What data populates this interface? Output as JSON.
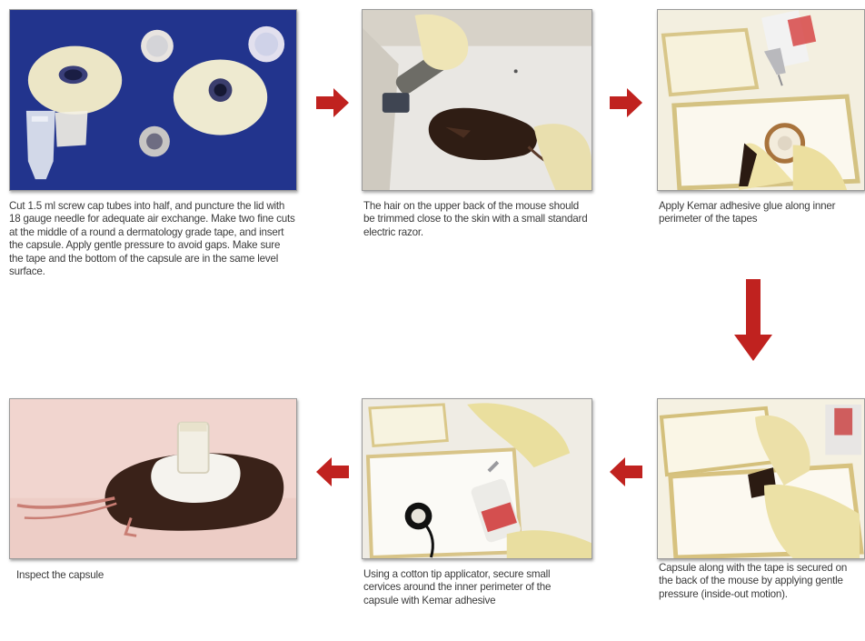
{
  "steps": [
    {
      "id": "step-1",
      "caption": "Cut 1.5 ml screw cap tubes into half, and puncture the lid with 18 gauge needle for adequate air exchange. Make two fine cuts at the middle of a round a dermatology grade tape, and insert the capsule.  Apply gentle pressure to avoid gaps. Make sure the tape and the bottom of the capsule are in the same level surface."
    },
    {
      "id": "step-2",
      "caption": "The hair on the upper back of the mouse should be trimmed close to the skin with a small standard electric razor."
    },
    {
      "id": "step-3",
      "caption": "Apply Kemar adhesive glue along inner perimeter of the tapes"
    },
    {
      "id": "step-4",
      "caption": "Capsule along with the tape is secured on the back of the mouse by applying gentle pressure (inside-out motion)."
    },
    {
      "id": "step-5",
      "caption": "Using a cotton tip applicator, secure small cervices around the inner perimeter of the capsule with Kemar adhesive"
    },
    {
      "id": "step-6",
      "caption": "Inspect the capsule"
    }
  ],
  "arrows": [
    {
      "id": "arrow-1-2",
      "direction": "right"
    },
    {
      "id": "arrow-2-3",
      "direction": "right"
    },
    {
      "id": "arrow-3-4",
      "direction": "down"
    },
    {
      "id": "arrow-4-5",
      "direction": "left"
    },
    {
      "id": "arrow-5-6",
      "direction": "left"
    }
  ],
  "colors": {
    "arrow": "#c0221f",
    "photo_border": "#9a9a9a",
    "caption_text": "#3a3a3a"
  }
}
